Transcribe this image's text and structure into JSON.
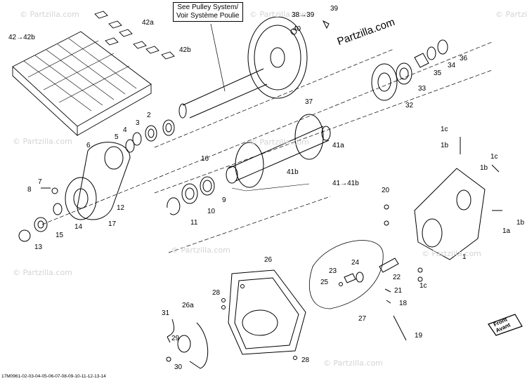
{
  "brand": "Partzilla.com",
  "watermarks": [
    "© Partzilla.com",
    "© Partzilla.com",
    "© Partzilla.com",
    "© Partzilla.com",
    "© Partzilla.com",
    "© Partzilla.com",
    "© Partzilla.com",
    "© Partzilla.com",
    "© Partzilla.com"
  ],
  "note": {
    "line1": "See Pulley System/",
    "line2": "Voir Système Poulie"
  },
  "front": {
    "line1": "Front",
    "line2": "Avant"
  },
  "drawing_code": "17M0961-02-03-04-05-06-07-08-09-10-11-12-13-14",
  "callouts": [
    "42→42b",
    "42a",
    "42b",
    "38→39",
    "39",
    "40",
    "36",
    "34",
    "35",
    "33",
    "32",
    "37",
    "2",
    "3",
    "4",
    "5",
    "6",
    "41a",
    "16",
    "41b",
    "41→41b",
    "1c",
    "1b",
    "1c",
    "1b",
    "1a",
    "1b",
    "7",
    "8",
    "12",
    "17",
    "14",
    "15",
    "13",
    "9",
    "10",
    "11",
    "20",
    "1",
    "26",
    "24",
    "23",
    "25",
    "22",
    "21",
    "18",
    "28",
    "26a",
    "27",
    "31",
    "29",
    "30",
    "28",
    "19",
    "1c"
  ]
}
